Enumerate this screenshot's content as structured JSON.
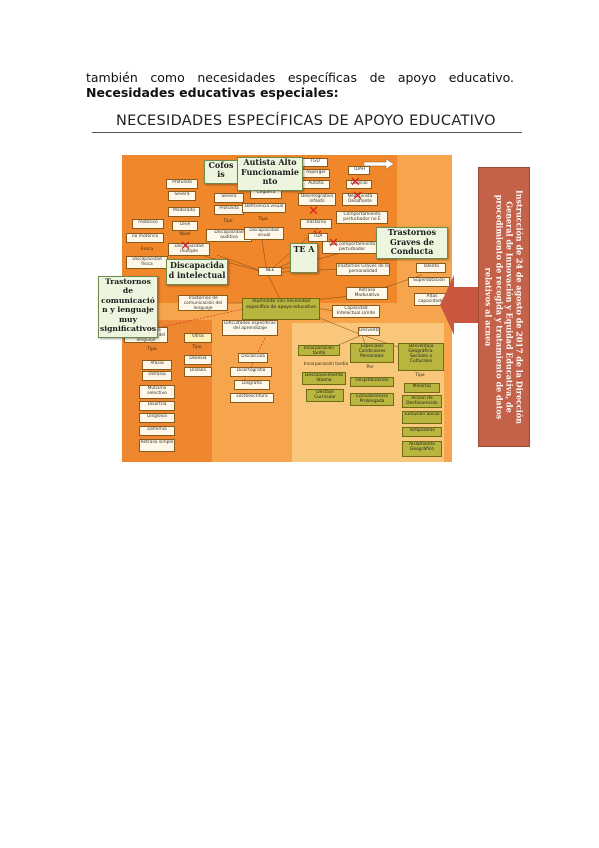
{
  "text": {
    "line1": "también como necesidades específicas de apoyo educativo.",
    "line2": "Necesidades educativas especiales:"
  },
  "figure": {
    "title": "NECESIDADES ESPECÍFICAS DE APOYO EDUCATIVO",
    "callouts": {
      "cofosis": "Cofos is",
      "autista": "Autista Alto Funcionamie nto",
      "tea": "TE A",
      "trastornos_graves": "Trastornos Graves de Conducta",
      "discapacidad_intelectual": "Discapacida d intelectual",
      "trastornos_comunicacion": "Trastornos de comunicació n y lenguaje muy significativos"
    },
    "nodes": {
      "profunda": "Profunda",
      "severa": "Severa",
      "ceguera": "Ceguera",
      "sordoceguera": "Sordoceg.",
      "asperger": "Asperger",
      "autista_small": "Autista",
      "leve": "Leve",
      "moderada": "Moderada",
      "profunda2": "Profunda",
      "def_visual": "Deficiencia visual",
      "desintegrativo": "Desintegrativo infantil",
      "tgd": "TGD",
      "tda": "TDA",
      "disc_auditiva": "Discapacidad auditiva",
      "disc_visual": "Discapacidad visual",
      "disc_multiple": "Discapacidad múltiple",
      "motorico": "motórico",
      "no_motorico": "no motórico",
      "fisica": "Física",
      "disc_fisica": "Discapacidad física",
      "negativista": "Negativista Desafiante",
      "comportamiento": "Comportamiento perturbador no E",
      "tdah": "TDAH",
      "disocial": "Disocial",
      "trastorno_conducta": "Trastorno",
      "tdah_comp": "TDA comportamiento perturbador",
      "nee": "NEE",
      "trastornos_personalidad": "Trastornos Graves de la personalidad",
      "talento": "Talento",
      "superdotacion": "Superdotación",
      "altas_capacidades": "Altas capacidades",
      "central": "Alumnado con necesidad específica de apoyo educativo",
      "retraso_madurativo": "Retraso Madurativo",
      "trastornos_lenguaje": "Trastornos de comunicación del lenguaje",
      "limite": "Capacidad Intelectual Límite",
      "dificultades_aprendizaje": "Dificultades específicas del aprendizaje",
      "compensatoria": "DIA",
      "afasia": "Afasia",
      "disfasia": "Disfasia",
      "mutismo": "Mutismo selectivo",
      "disartria": "Disartria",
      "disglosia": "Disglosia",
      "disfemia": "Disfemia",
      "retraso_simple": "Retraso simple",
      "otros": "Otros",
      "dislexia": "Dislexia",
      "dislalia": "Dislalia",
      "discalculia": "Discalculia",
      "disortografia": "Disortografía",
      "disgrafia": "Disgrafía",
      "lectoescritura": "Lectoescritura",
      "desventaja": "Desventaja",
      "incorporacion_tardia": "Incorporación tardía",
      "desconocimiento_idioma": "Desconocimiento Idioma",
      "desfase": "Desfase Curricular",
      "especiales_condiciones": "Especiales Condiciones Personales",
      "hospitalizacion": "Hospitalización",
      "convalecencia": "Convalecencia Prolongada",
      "historia_escolar": "Historia Escolar",
      "sociales": "Desventaja Geográfica, Sociales o Culturales",
      "minorias": "Minorías",
      "accion_desfavorecida": "Acción de Desfavorecida",
      "exclusion_social": "Exclusión Social",
      "temporeros": "Temporeros",
      "aislamiento": "Aislamiento Geográfico",
      "tipo1": "Tipo",
      "tipo2": "Tipo",
      "tipo3": "Tipo",
      "por": "Por",
      "tipo4": "Tipo",
      "nivel": "Nivel"
    },
    "sidebar_text": "Instrucción de 24 de agosto de 2017 de la Dirección General de Innovación y Equidad Educativa, de procedimiento de recogida y tratamiento de datos relativos al acnea"
  },
  "colors": {
    "map_bg": "#f6a54c",
    "map_dark": "#f0872a",
    "sidebar": "#c56148",
    "arrow": "#c9573f"
  }
}
